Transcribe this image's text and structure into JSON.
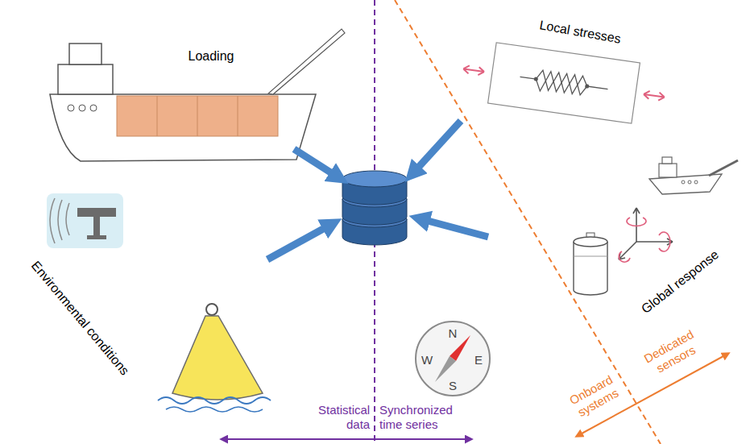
{
  "diagram": {
    "nodes": [
      {
        "text": [
          "Loading"
        ]
      },
      {
        "text": [
          "Local stresses"
        ]
      },
      {
        "text": [
          "Environmental conditions"
        ]
      },
      {
        "text": [
          "Global response"
        ]
      }
    ],
    "labels": [
      "N",
      "W",
      "E",
      "S",
      "Statistical data",
      "Synchronized time series",
      "Onboard systems",
      "Dedicated sensors"
    ]
  }
}
